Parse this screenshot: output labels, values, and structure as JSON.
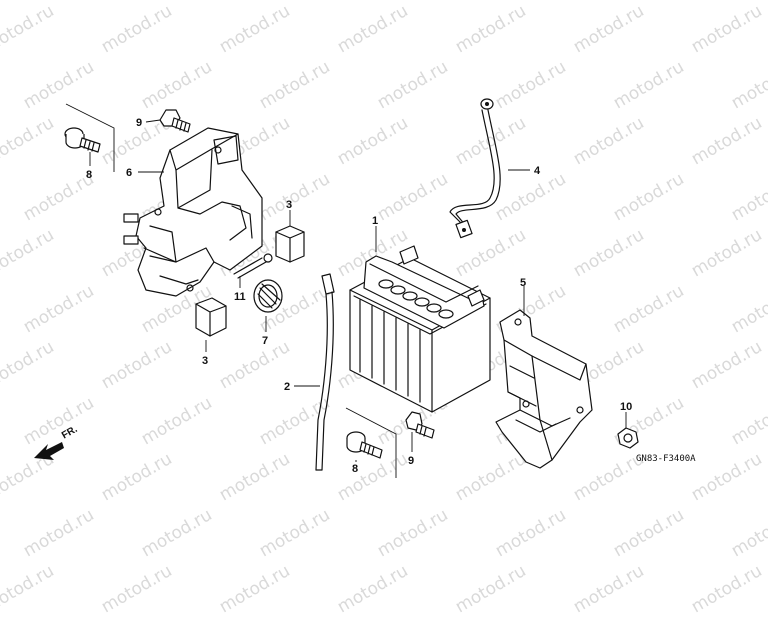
{
  "watermark": {
    "text": "motod.ru",
    "color": "#d9d9d9"
  },
  "diagram_code": "GN83-F3400A",
  "direction_label": "FR.",
  "callouts": {
    "battery": "1",
    "breather_tube": "2",
    "rubber_pad_upper": "3",
    "rubber_pad_lower": "3",
    "cable": "4",
    "holder": "5",
    "bracket": "6",
    "cushion": "7",
    "bolt_upper": "8",
    "bolt_lower": "8",
    "screw_upper": "9",
    "screw_lower": "9",
    "nut": "10",
    "pin": "11"
  }
}
